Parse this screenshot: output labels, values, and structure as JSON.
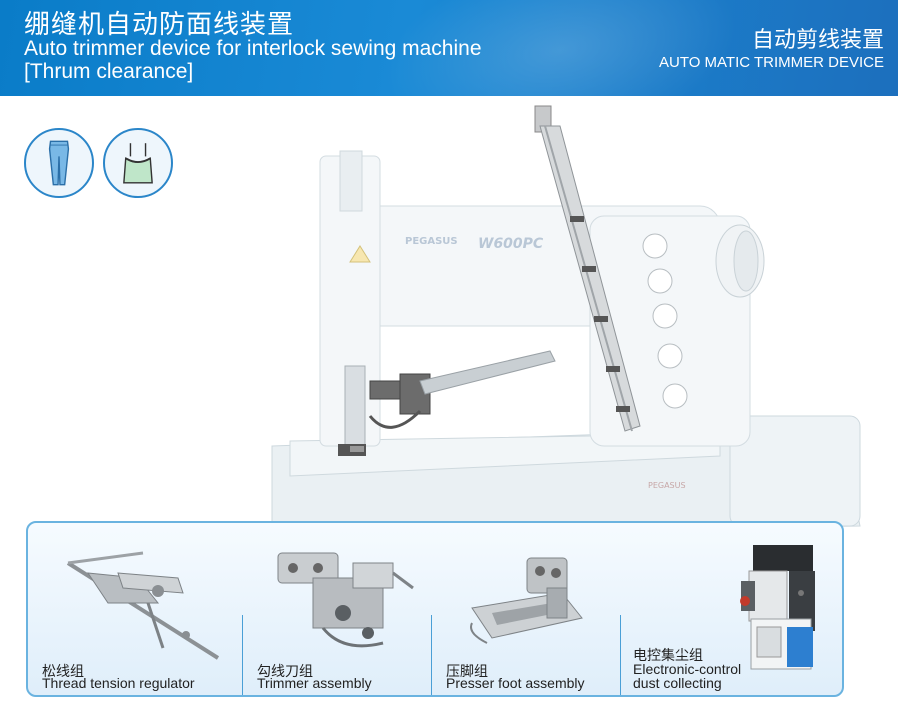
{
  "header": {
    "title_cn": "绷缝机自动防面线装置",
    "title_en_line1": "Auto trimmer device for interlock sewing machine",
    "title_en_line2": "[Thrum clearance]",
    "right_title_cn": "自动剪线装置",
    "right_title_en": "AUTO MATIC TRIMMER DEVICE"
  },
  "garments": [
    {
      "icon": "pants-icon"
    },
    {
      "icon": "camisole-icon"
    }
  ],
  "machine": {
    "brand": "PEGASUS",
    "model": "W600PC",
    "base_brand": "PEGASUS"
  },
  "parts": [
    {
      "label_cn": "松线组",
      "label_en": "Thread tension regulator",
      "icon": "thread-tension-regulator-image"
    },
    {
      "label_cn": "勾线刀组",
      "label_en": "Trimmer assembly",
      "icon": "trimmer-assembly-image"
    },
    {
      "label_cn": "压脚组",
      "label_en": "Presser foot assembly",
      "icon": "presser-foot-assembly-image"
    },
    {
      "label_cn": "电控集尘组",
      "label_en_line1": "Electronic-control",
      "label_en_line2": "dust collecting",
      "icon": "dust-collector-image"
    }
  ],
  "colors": {
    "header_blue": "#1a8ad6",
    "panel_border": "#6ab3e0",
    "garment_blue": "#2b86c9"
  }
}
